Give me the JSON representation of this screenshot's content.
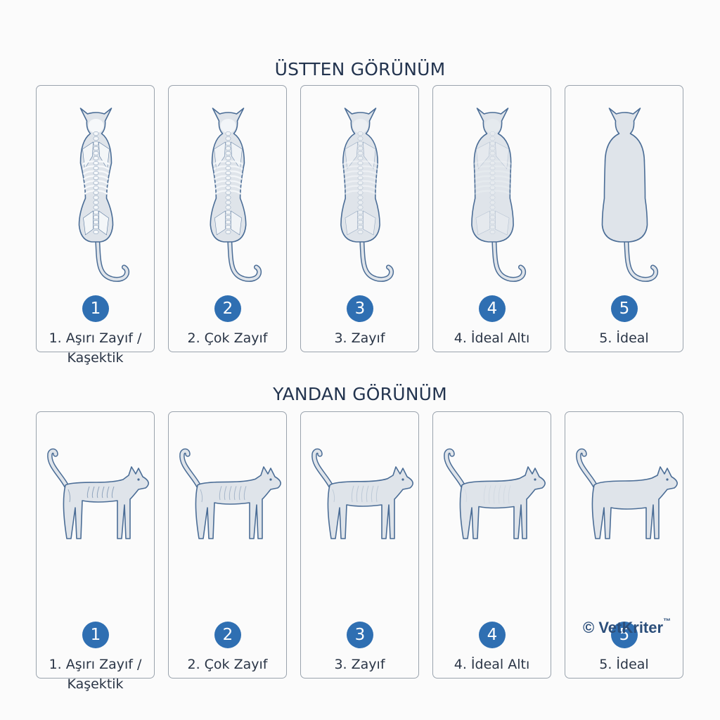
{
  "sections": {
    "top_title": "ÜSTTEN GÖRÜNÜM",
    "side_title": "YANDAN GÖRÜNÜM"
  },
  "top_cards": [
    {
      "number": "1",
      "label_line1": "1. Aşırı Zayıf /",
      "label_line2": "Kaşektik",
      "bone_visibility": 1.0
    },
    {
      "number": "2",
      "label_line1": "2. Çok Zayıf",
      "label_line2": "",
      "bone_visibility": 0.85
    },
    {
      "number": "3",
      "label_line1": "3. Zayıf",
      "label_line2": "",
      "bone_visibility": 0.55
    },
    {
      "number": "4",
      "label_line1": "4. İdeal Altı",
      "label_line2": "",
      "bone_visibility": 0.3
    },
    {
      "number": "5",
      "label_line1": "5. İdeal",
      "label_line2": "",
      "bone_visibility": 0.0
    }
  ],
  "side_cards": [
    {
      "number": "1",
      "label_line1": "1. Aşırı Zayıf /",
      "label_line2": "Kaşektik",
      "rib_visibility": 1.0
    },
    {
      "number": "2",
      "label_line1": "2. Çok Zayıf",
      "label_line2": "",
      "rib_visibility": 0.7
    },
    {
      "number": "3",
      "label_line1": "3. Zayıf",
      "label_line2": "",
      "rib_visibility": 0.4
    },
    {
      "number": "4",
      "label_line1": "4. İdeal Altı",
      "label_line2": "",
      "rib_visibility": 0.15
    },
    {
      "number": "5",
      "label_line1": "5. İdeal",
      "label_line2": "",
      "rib_visibility": 0.0
    }
  ],
  "copyright": {
    "symbol": "©",
    "brand": "VetKriter",
    "trademark": "™"
  },
  "colors": {
    "badge": "#2f6fb2",
    "outline": "#4b6d96",
    "cat_fill": "#dfe4ea",
    "bone": "#f6f8fa",
    "card_border": "#9aa3ad",
    "title_text": "#23344f"
  }
}
